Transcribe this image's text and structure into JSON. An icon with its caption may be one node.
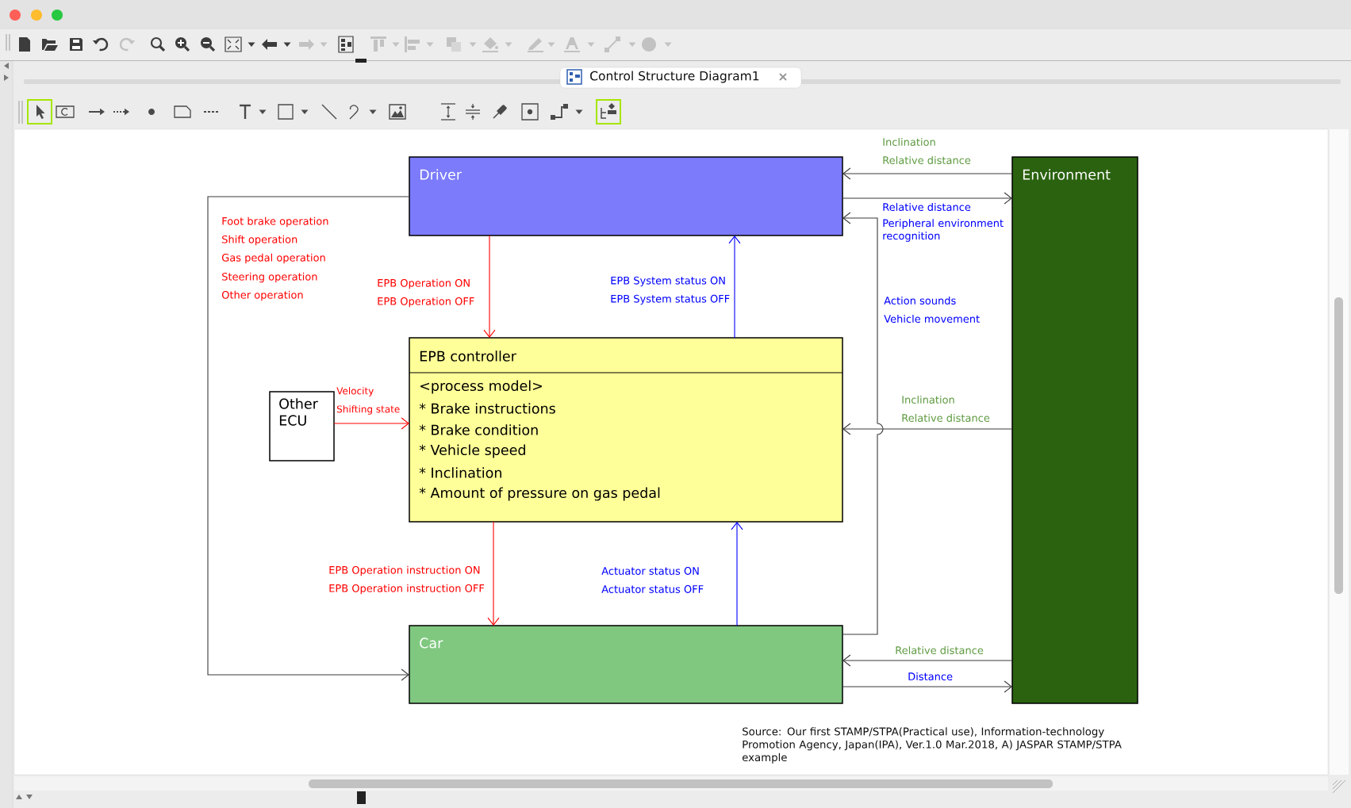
{
  "diagram": {
    "nodes": [
      {
        "text": [
          "Driver"
        ]
      },
      {
        "text": [
          "Environment"
        ]
      },
      {
        "text": [
          "EPB controller",
          "<process model>",
          "* Brake instructions",
          "* Brake condition",
          "* Vehicle speed",
          "* Inclination",
          "* Amount of pressure on gas pedal"
        ]
      },
      {
        "text": [
          "Other ECU"
        ]
      },
      {
        "text": [
          "Car"
        ]
      }
    ],
    "edges": [
      {
        "from": 0,
        "to": 2,
        "arrow": "to",
        "color": "#ff0000"
      },
      {
        "from": 2,
        "to": 0,
        "arrow": "to",
        "color": "#0000ff"
      },
      {
        "from": 3,
        "to": 2,
        "arrow": "to",
        "color": "#ff0000"
      },
      {
        "from": 2,
        "to": 4,
        "arrow": "to",
        "color": "#ff0000"
      },
      {
        "from": 4,
        "to": 2,
        "arrow": "to",
        "color": "#0000ff"
      },
      {
        "from": 0,
        "to": 4,
        "arrow": "to"
      },
      {
        "from": 1,
        "to": 0,
        "arrow": "to"
      },
      {
        "from": 0,
        "to": 1,
        "arrow": "to"
      },
      {
        "from": 4,
        "to": 0,
        "arrow": "to"
      },
      {
        "from": 1,
        "to": 2,
        "arrow": "to"
      },
      {
        "from": 1,
        "to": 4,
        "arrow": "to"
      },
      {
        "from": 4,
        "to": 1,
        "arrow": "to"
      }
    ],
    "labels": [
      "Control Structure Diagram1",
      "Inclination",
      "Relative distance",
      "Relative distance",
      "Peripheral environment recognition",
      "Foot brake operation",
      "Shift operation",
      "Gas pedal operation",
      "Steering operation",
      "Other operation",
      "EPB Operation ON",
      "EPB Operation OFF",
      "EPB System status ON",
      "EPB System status OFF",
      "Action sounds",
      "Vehicle movement",
      "Velocity",
      "Shifting state",
      "Inclination",
      "Relative distance",
      "EPB Operation instruction ON",
      "EPB Operation instruction OFF",
      "Actuator status ON",
      "Actuator status OFF",
      "Relative distance",
      "Distance",
      "Source: Our first STAMP/STPA(Practical use), Information-technology Promotion Agency, Japan(IPA), Ver.1.0 Mar.2018, A) JASPAR STAMP/STPA example"
    ]
  }
}
